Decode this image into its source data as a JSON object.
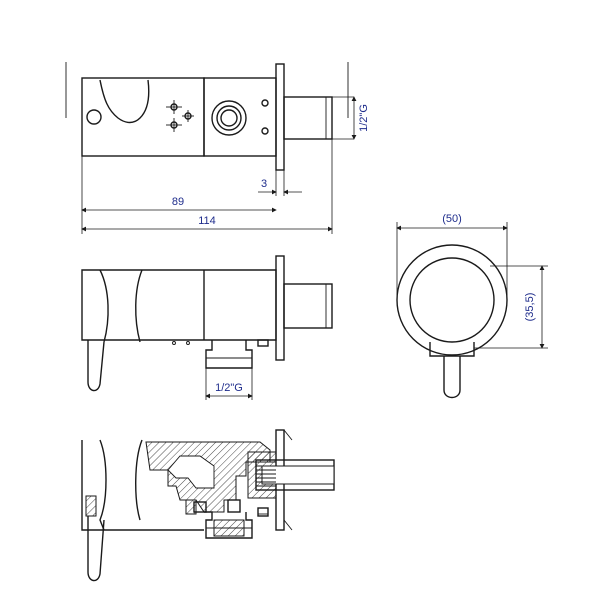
{
  "dimensions": {
    "top_thread": "1/2\"G",
    "flange_thickness": "3",
    "body_length": "89",
    "overall_length": "114",
    "side_thread": "1/2\"G",
    "diameter_outer": "(50)",
    "height_ref": "(35,5)"
  },
  "colors": {
    "dimension_text": "#1f2d8c",
    "line": "#1a1a1a"
  }
}
